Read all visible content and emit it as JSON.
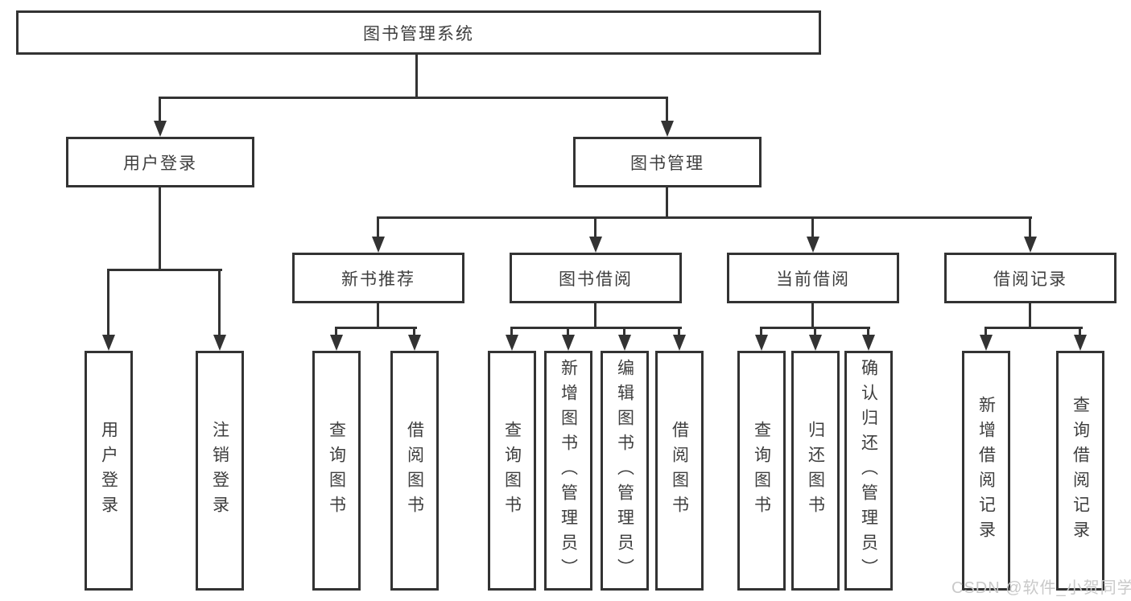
{
  "diagram": {
    "title_node": {
      "label": "图书管理系统"
    },
    "level2": {
      "user_login": {
        "label": "用户登录"
      },
      "book_management": {
        "label": "图书管理"
      }
    },
    "level3": {
      "new_book_recommend": {
        "label": "新书推荐"
      },
      "book_borrow": {
        "label": "图书借阅"
      },
      "current_borrow": {
        "label": "当前借阅"
      },
      "borrow_record": {
        "label": "借阅记录"
      }
    },
    "leaves": [
      {
        "label": "用户登录"
      },
      {
        "label": "注销登录"
      },
      {
        "label": "查询图书"
      },
      {
        "label": "借阅图书"
      },
      {
        "label": "查询图书"
      },
      {
        "label": "新增图书（管理员）"
      },
      {
        "label": "编辑图书（管理员）"
      },
      {
        "label": "借阅图书"
      },
      {
        "label": "查询图书"
      },
      {
        "label": "归还图书"
      },
      {
        "label": "确认归还（管理员）"
      },
      {
        "label": "新增借阅记录"
      },
      {
        "label": "查询借阅记录"
      }
    ],
    "watermark": "CSDN @软件_小贺同学",
    "colors": {
      "line": "#333333",
      "text": "#3e3e3e",
      "watermark": "#c9c9c9",
      "background": "#ffffff"
    }
  }
}
